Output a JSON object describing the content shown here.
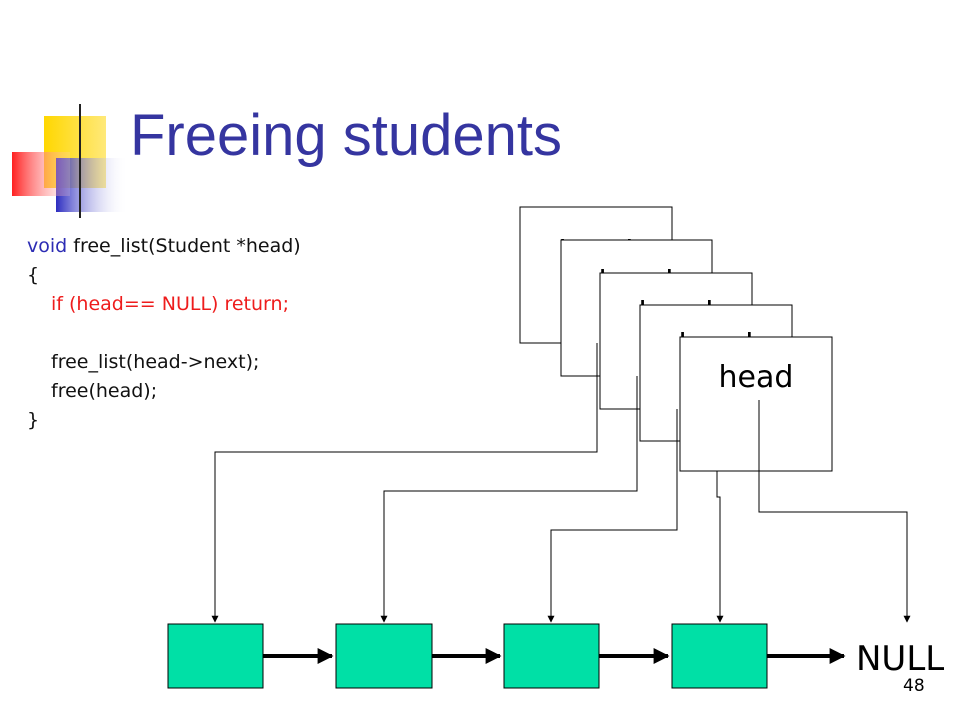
{
  "slide": {
    "title": "Freeing students",
    "page_number": "48"
  },
  "code": {
    "line1_keyword": "void",
    "line1_rest": " free_list(Student *head)",
    "line2": "{",
    "line3": "if (head== NULL) return;",
    "line4": "",
    "line5": "free_list(head->next);",
    "line6": "free(head);",
    "line7": "}"
  },
  "diagram": {
    "frame_label": "head",
    "frame_count": 5,
    "node_count": 4,
    "null_label": "NULL"
  },
  "colors": {
    "title": "#3535a0",
    "keyword": "#2c2cb4",
    "highlight": "#ee1c1c",
    "node_fill": "#00e0a6",
    "deco_yellow": "#ffd700",
    "deco_blue": "#3a3acb",
    "deco_red": "#ff3a3a"
  }
}
